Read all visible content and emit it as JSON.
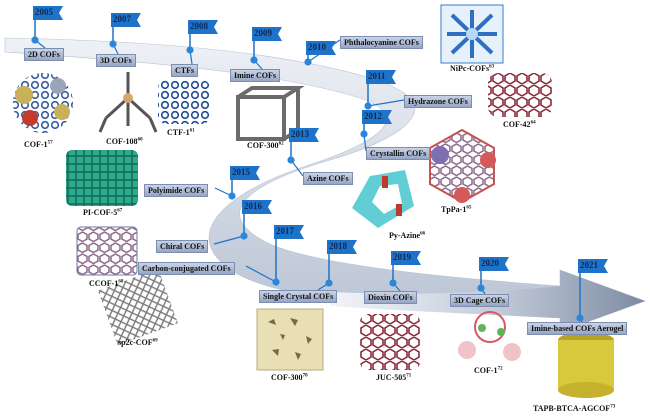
{
  "milestones": [
    {
      "year": "2005",
      "event": "2D COFs",
      "structure": "COF-1",
      "ref": "57"
    },
    {
      "year": "2007",
      "event": "3D COFs",
      "structure": "COF-108",
      "ref": "60"
    },
    {
      "year": "2008",
      "event": "CTFs",
      "structure": "CTF-1",
      "ref": "61"
    },
    {
      "year": "2009",
      "event": "Imine COFs",
      "structure": "COF-300",
      "ref": "62"
    },
    {
      "year": "2010",
      "event": "Phthalocyanine COFs",
      "structure": "NiPc-COFs",
      "ref": "63"
    },
    {
      "year": "2011",
      "event": "Hydrazone COFs",
      "structure": "COF-42",
      "ref": "64"
    },
    {
      "year": "2012",
      "event": "Crystallin COFs",
      "structure": "TpPa-1",
      "ref": "65"
    },
    {
      "year": "2013",
      "event": "Azine COFs",
      "structure": "Py-Azine",
      "ref": "66"
    },
    {
      "year": "2015",
      "event": "Polyimide COFs",
      "structure": "PI-COF-5",
      "ref": "67"
    },
    {
      "year": "2016",
      "event": "Chiral COFs",
      "structure": "CCOF-1",
      "ref": "68"
    },
    {
      "year": "2017",
      "event": "Carbon-conjugated COFs",
      "structure": "sp2c-COF",
      "ref": "69"
    },
    {
      "year": "2018",
      "event": "Single Crystal COFs",
      "structure": "COF-300",
      "ref": "70"
    },
    {
      "year": "2019",
      "event": "Dioxin COFs",
      "structure": "JUC-505",
      "ref": "71"
    },
    {
      "year": "2020",
      "event": "3D Cage COFs",
      "structure": "COF-1",
      "ref": "72"
    },
    {
      "year": "2021",
      "event": "Imine-based COFs Aerogel",
      "structure": "TAPB-BTCA-AGCOF",
      "ref": "73"
    }
  ],
  "colors": {
    "arrow_light": "#e8ecf3",
    "arrow_dark": "#8896ad",
    "flag": "#1e73c8",
    "pin": "#2a86d9"
  }
}
